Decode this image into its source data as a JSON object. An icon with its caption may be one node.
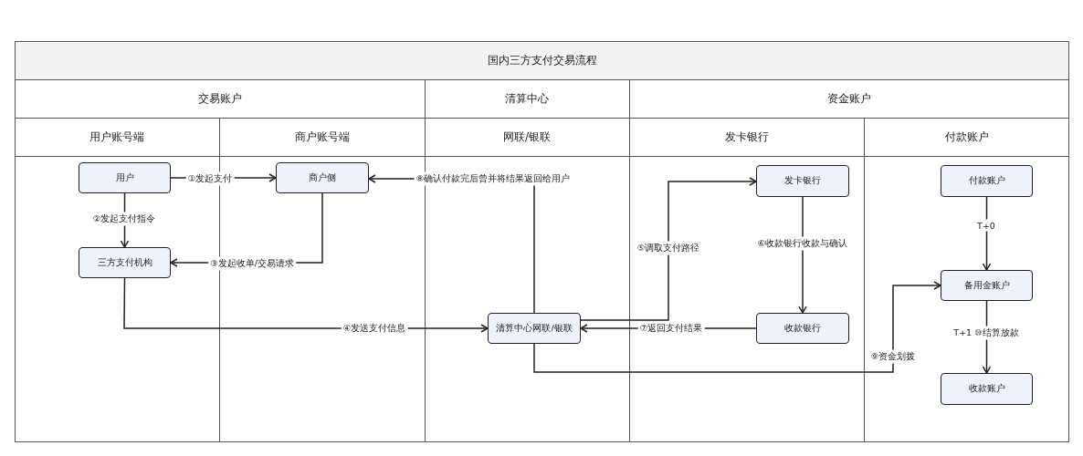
{
  "diagram": {
    "title": "国内三方支付交易流程",
    "nodes": [
      {
        "text": [
          "用户"
        ]
      },
      {
        "text": [
          "商户侧"
        ]
      },
      {
        "text": [
          "三方支付机构"
        ]
      },
      {
        "text": [
          "清算中心网联/银联"
        ]
      },
      {
        "text": [
          "发卡银行"
        ]
      },
      {
        "text": [
          "收款银行"
        ]
      },
      {
        "text": [
          "付款账户"
        ]
      },
      {
        "text": [
          "备用金账户"
        ]
      },
      {
        "text": [
          "收款账户"
        ]
      }
    ],
    "edges": [
      {
        "from": 0,
        "to": 1,
        "arrow": "to",
        "label": "①发起支付"
      },
      {
        "from": 0,
        "to": 2,
        "arrow": "to",
        "label": "②发起支付指令"
      },
      {
        "from": 1,
        "to": 2,
        "arrow": "to",
        "label": "③发起收单/交易请求"
      },
      {
        "from": 2,
        "to": 3,
        "arrow": "to",
        "label": "④发送支付信息"
      },
      {
        "from": 3,
        "to": 4,
        "arrow": "to",
        "label": "⑤调取支付路径"
      },
      {
        "from": 4,
        "to": 5,
        "arrow": "to",
        "label": "⑥收款银行收款与确认"
      },
      {
        "from": 5,
        "to": 3,
        "arrow": "to",
        "label": "⑦返回支付结果"
      },
      {
        "from": 3,
        "to": 1,
        "arrow": "to",
        "label": "⑧确认付款完后曾并将结果返回给用户"
      },
      {
        "from": 3,
        "to": 7,
        "arrow": "to",
        "label": "⑨资金划拨"
      },
      {
        "from": 6,
        "to": 7,
        "arrow": "to",
        "label": "T+0"
      },
      {
        "from": 7,
        "to": 8,
        "arrow": "to",
        "label": "T+1 ⑩结算放款"
      }
    ],
    "labels": [
      "交易账户",
      "清算中心",
      "资金账户",
      "用户账号端",
      "商户账号端",
      "网联/银联",
      "发卡银行",
      "付款账户"
    ]
  }
}
